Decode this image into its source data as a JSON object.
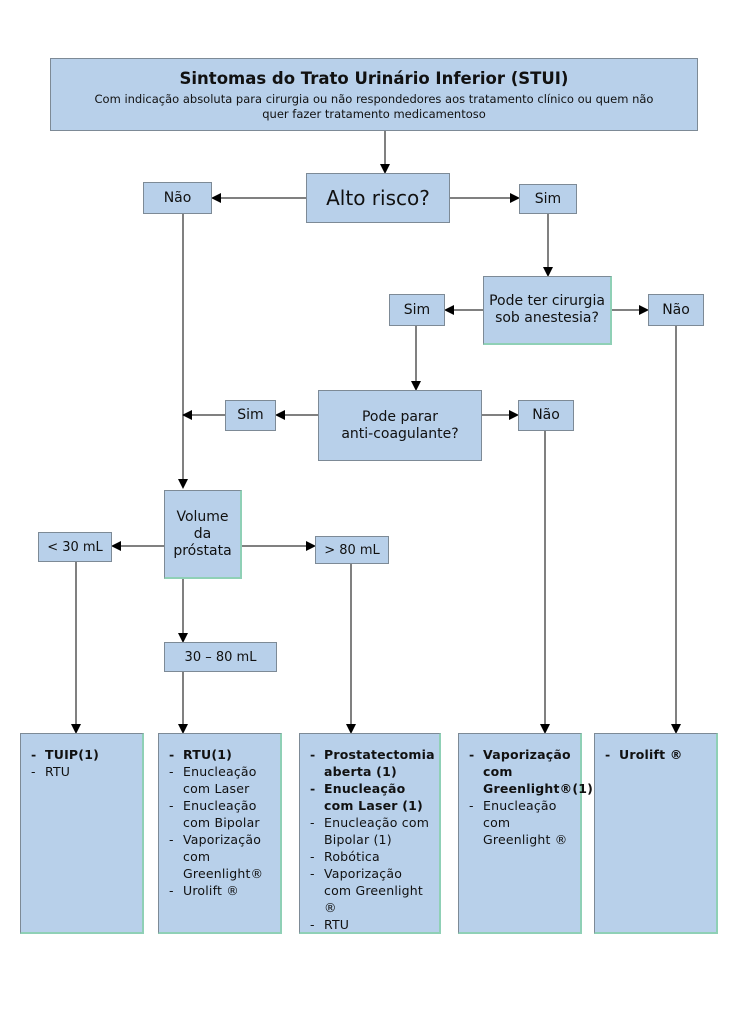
{
  "header": {
    "title": "Sintomas do Trato Urinário Inferior (STUI)",
    "subtitle_line1": "Com indicação absoluta para cirurgia ou não respondedores aos tratamento clínico ou quem não",
    "subtitle_line2": "quer fazer tratamento medicamentoso"
  },
  "nodes": {
    "alto_risco": "Alto risco?",
    "nao_1": "Não",
    "sim_1": "Sim",
    "cirurgia_line1": "Pode ter cirurgia",
    "cirurgia_line2": "sob anestesia?",
    "sim_2": "Sim",
    "nao_2": "Não",
    "anticoag_line1": "Pode parar",
    "anticoag_line2": "anti-coagulante?",
    "sim_3": "Sim",
    "nao_3": "Não",
    "volume_line1": "Volume",
    "volume_line2": "da",
    "volume_line3": "próstata",
    "lt30": "< 30 mL",
    "gt80": "> 80 mL",
    "range": "30 – 80 mL"
  },
  "results": {
    "r1": [
      {
        "text": "TUIP(1)",
        "bold": true
      },
      {
        "text": "RTU",
        "bold": false
      }
    ],
    "r2": [
      {
        "text": "RTU(1)",
        "bold": true
      },
      {
        "text": "Enucleação com Laser",
        "bold": false
      },
      {
        "text": "Enucleação com Bipolar",
        "bold": false
      },
      {
        "text": "Vaporização com Greenlight®",
        "bold": false
      },
      {
        "text": "Urolift ®",
        "bold": false
      }
    ],
    "r3": [
      {
        "text": "Prostatectomia aberta (1)",
        "bold": true
      },
      {
        "text": "Enucleação com Laser (1)",
        "bold": true
      },
      {
        "text": "Enucleação com Bipolar (1)",
        "bold": false
      },
      {
        "text": "Robótica",
        "bold": false
      },
      {
        "text": "Vaporização com Greenlight ®",
        "bold": false
      },
      {
        "text": "RTU",
        "bold": false
      }
    ],
    "r4": [
      {
        "text": "Vaporização com Greenlight®(1)",
        "bold": true
      },
      {
        "text": "Enucleação com Greenlight ®",
        "bold": false
      }
    ],
    "r5": [
      {
        "text": "Urolift ®",
        "bold": true
      }
    ]
  }
}
